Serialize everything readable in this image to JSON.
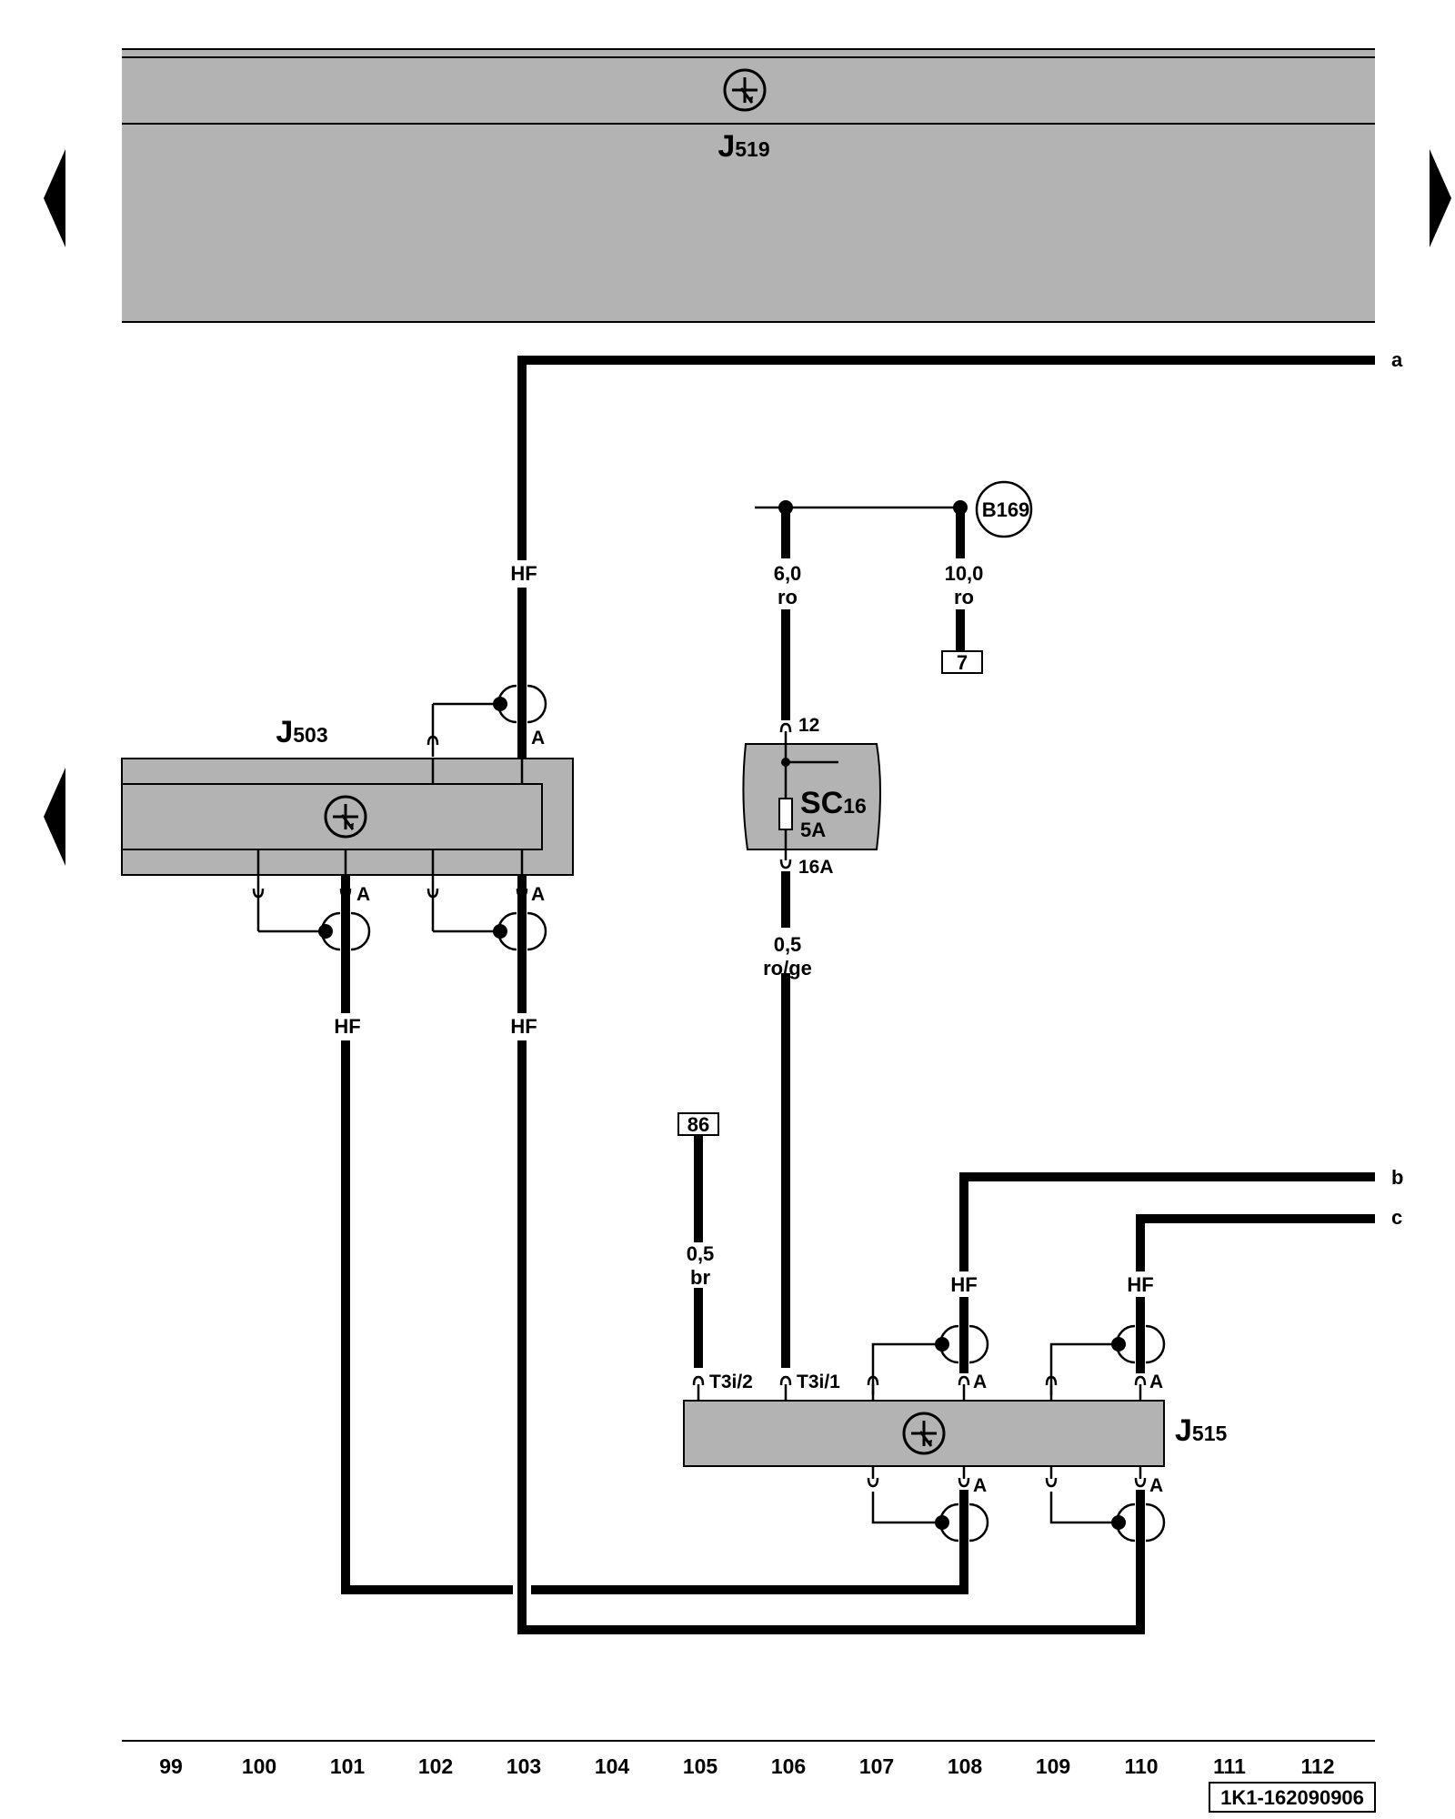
{
  "components": {
    "j519": {
      "main": "J",
      "sub": "519"
    },
    "j503": {
      "main": "J",
      "sub": "503"
    },
    "j515": {
      "main": "J",
      "sub": "515"
    },
    "sc16": {
      "main": "SC",
      "sub": "16",
      "rating": "5A"
    },
    "b169": "B169"
  },
  "connection_labels": {
    "a": "a",
    "b": "b",
    "c": "c"
  },
  "wires": {
    "hf": "HF",
    "w_6_0": {
      "size": "6,0",
      "color": "ro"
    },
    "w_10_0": {
      "size": "10,0",
      "color": "ro"
    },
    "w_0_5_rog": {
      "size": "0,5",
      "color": "ro/ge"
    },
    "w_0_5_br": {
      "size": "0,5",
      "color": "br"
    }
  },
  "pins": {
    "a": "A",
    "p12": "12",
    "p16a": "16A",
    "t3i2": "T3i/2",
    "t3i1": "T3i/1"
  },
  "references": {
    "r7": "7",
    "r86": "86"
  },
  "footer": {
    "columns": [
      "99",
      "100",
      "101",
      "102",
      "103",
      "104",
      "105",
      "106",
      "107",
      "108",
      "109",
      "110",
      "111",
      "112"
    ],
    "code": "1K1-162090906"
  },
  "colors": {
    "module_fill": "#b3b3b3",
    "line": "#000000"
  }
}
